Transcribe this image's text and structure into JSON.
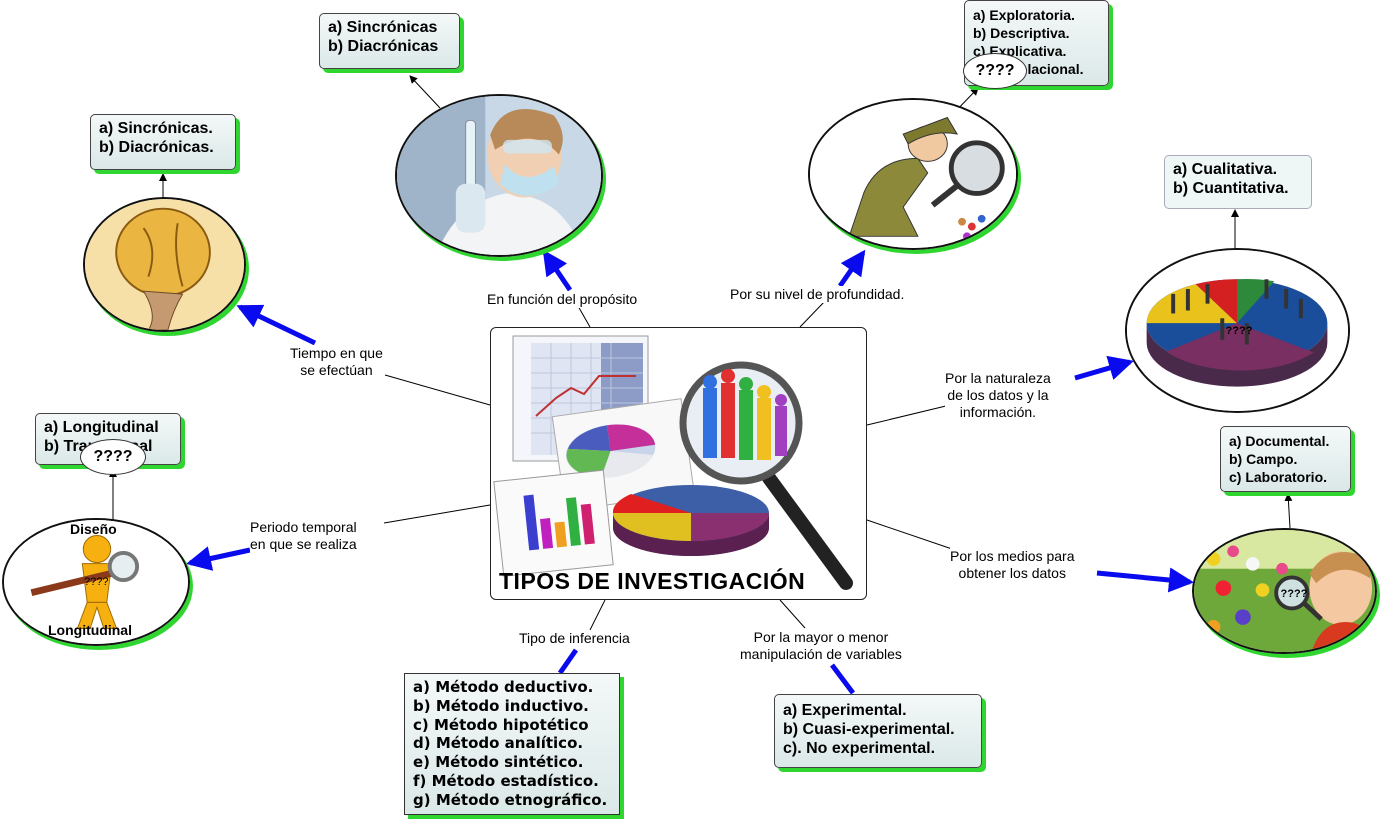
{
  "center": {
    "title": "TIPOS DE INVESTIGACIÓN"
  },
  "labels": {
    "proposito": "En función del propósito",
    "profundidad": "Por su nivel de profundidad.",
    "tiempo": [
      "Tiempo en que",
      "se efectúan"
    ],
    "naturaleza": [
      "Por la naturaleza",
      "de los datos y la",
      "información."
    ],
    "periodo": [
      "Periodo temporal",
      "en que se realiza"
    ],
    "medios": [
      "Por los medios para",
      "obtener los datos"
    ],
    "inferencia": "Tipo de inferencia",
    "manipulacion": [
      "Por la mayor o menor",
      "manipulación de variables"
    ]
  },
  "boxes": {
    "proposito": [
      "a) Sincrónicas",
      "b) Diacrónicas"
    ],
    "tiempo": [
      "a) Sincrónicas.",
      "b) Diacrónicas."
    ],
    "profundidad": [
      "a) Exploratoria.",
      "b) Descriptiva.",
      "c) Explicativa.",
      "d) Correlacional."
    ],
    "naturaleza": [
      "a) Cualitativa.",
      "b) Cuantitativa."
    ],
    "periodo": [
      "a) Longitudinal",
      "b) Transversal"
    ],
    "medios": [
      "a) Documental.",
      "b) Campo.",
      "c) Laboratorio."
    ],
    "inferencia": [
      "a) Método deductivo.",
      "b) Método inductivo.",
      "c) Método hipotético",
      "d) Método analítico.",
      "e) Método sintético.",
      "f) Método estadístico.",
      "g) Método etnográfico."
    ],
    "manipulacion": [
      "a) Experimental.",
      "b) Cuasi-experimental.",
      "c). No experimental."
    ]
  },
  "bubbles": {
    "periodo": "????",
    "profundidad": "????",
    "naturaleza_pic": "????",
    "medios_pic": "????",
    "diseno_pic": "????"
  },
  "diseno_pic": {
    "top": "Diseño",
    "bottom": "Longitudinal"
  },
  "colors": {
    "arrow_blue": "#0a0aee",
    "shadow_green": "#2fd62f"
  },
  "icons": [
    "scientist-image",
    "detective-image",
    "boulder-carrier-image",
    "pie-chart-people-image",
    "child-magnifier-image",
    "design-figure-image",
    "center-charts-image"
  ]
}
